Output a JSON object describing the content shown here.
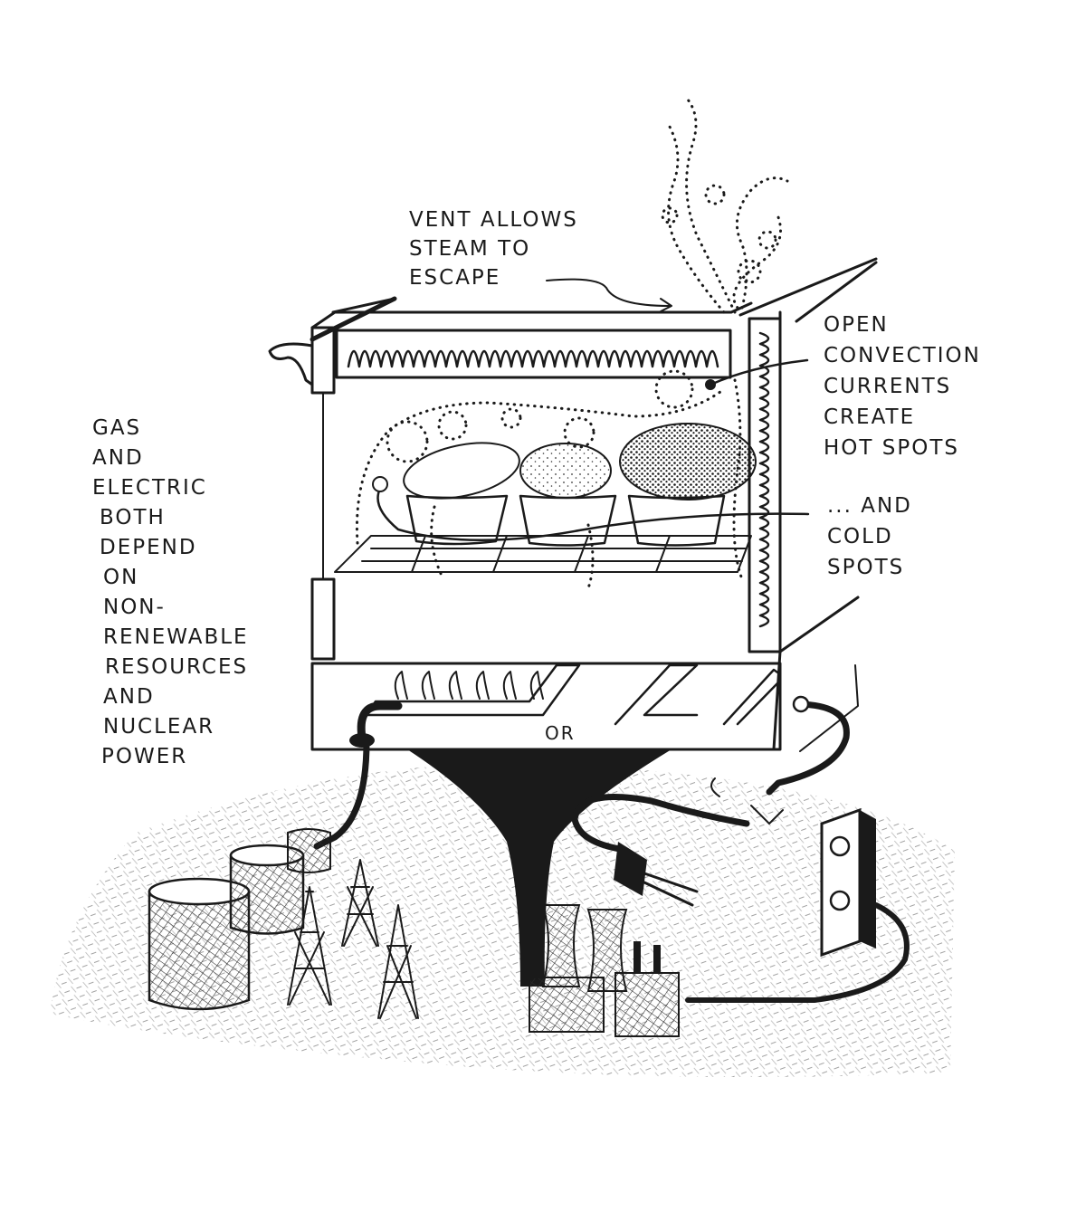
{
  "annotations": {
    "vent": [
      "VENT ALLOWS",
      "STEAM TO",
      "ESCAPE"
    ],
    "convection": [
      "OPEN",
      "CONVECTION",
      "CURRENTS",
      "CREATE",
      "HOT SPOTS"
    ],
    "cold": [
      "... AND",
      "COLD",
      "SPOTS"
    ],
    "resources": [
      "GAS",
      "AND",
      "ELECTRIC",
      "BOTH",
      "DEPEND",
      "ON",
      "NON-",
      "RENEWABLE",
      "RESOURCES",
      "AND",
      "NUCLEAR",
      "POWER"
    ],
    "or_label": "OR"
  }
}
